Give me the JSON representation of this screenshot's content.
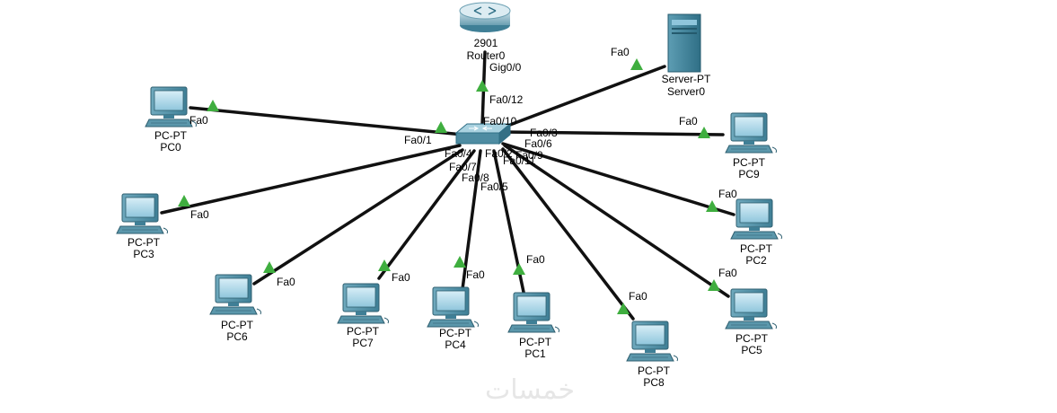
{
  "router": {
    "model": "2901",
    "name": "Router0",
    "port": "Gig0/0",
    "switch_port": "Fa0/12"
  },
  "server": {
    "model": "Server-PT",
    "name": "Server0",
    "port": "Fa0",
    "switch_port": "Fa0/10"
  },
  "pcs": [
    {
      "id": "pc0",
      "model": "PC-PT",
      "name": "PC0",
      "port": "Fa0",
      "switch_port": "Fa0/1"
    },
    {
      "id": "pc9",
      "model": "PC-PT",
      "name": "PC9",
      "port": "Fa0",
      "switch_port": "Fa0/3"
    },
    {
      "id": "pc3",
      "model": "PC-PT",
      "name": "PC3",
      "port": "Fa0",
      "switch_port": "Fa0/4"
    },
    {
      "id": "pc2",
      "model": "PC-PT",
      "name": "PC2",
      "port": "Fa0",
      "switch_port": "Fa0/6"
    },
    {
      "id": "pc6",
      "model": "PC-PT",
      "name": "PC6",
      "port": "Fa0",
      "switch_port": "Fa0/7"
    },
    {
      "id": "pc7",
      "model": "PC-PT",
      "name": "PC7",
      "port": "Fa0",
      "switch_port": "Fa0/8"
    },
    {
      "id": "pc4",
      "model": "PC-PT",
      "name": "PC4",
      "port": "Fa0",
      "switch_port": "Fa0/2"
    },
    {
      "id": "pc1",
      "model": "PC-PT",
      "name": "PC1",
      "port": "Fa0",
      "switch_port": "Fa0/5"
    },
    {
      "id": "pc8",
      "model": "PC-PT",
      "name": "PC8",
      "port": "Fa0",
      "switch_port": "Fa0/11"
    },
    {
      "id": "pc5",
      "model": "PC-PT",
      "name": "PC5",
      "port": "Fa0",
      "switch_port": "Fa0/9"
    }
  ],
  "colors": {
    "cable": "#111111",
    "port_up": "#3fae3f",
    "device": "#4a90a4",
    "screen": "#a9d6e5"
  },
  "watermark": "خمسات"
}
